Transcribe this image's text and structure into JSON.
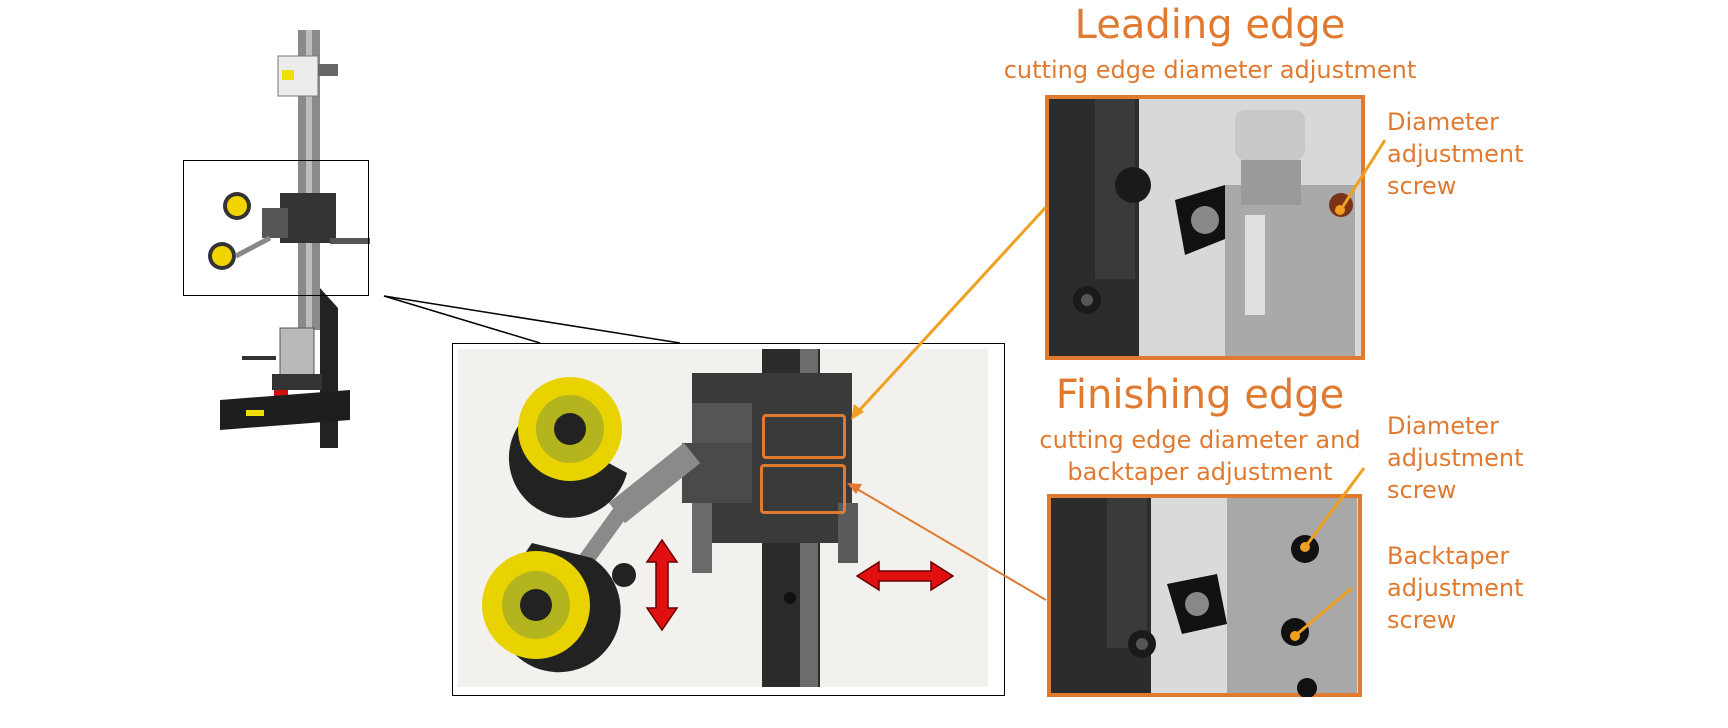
{
  "leading": {
    "title": "Leading edge",
    "subtitle": "cutting edge diameter adjustment",
    "screw_label": [
      "Diameter",
      "adjustment",
      "screw"
    ]
  },
  "finishing": {
    "title": "Finishing edge",
    "subtitle_line1": "cutting edge diameter and",
    "subtitle_line2": "backtaper adjustment",
    "diameter_label": [
      "Diameter",
      "adjustment",
      "screw"
    ],
    "backtaper_label": [
      "Backtaper",
      "adjustment",
      "screw"
    ]
  },
  "colors": {
    "accent": "#e07a30",
    "callout_line": "#f0a020",
    "arrow_red": "#e01010",
    "dial_yellow": "#f2d500"
  }
}
